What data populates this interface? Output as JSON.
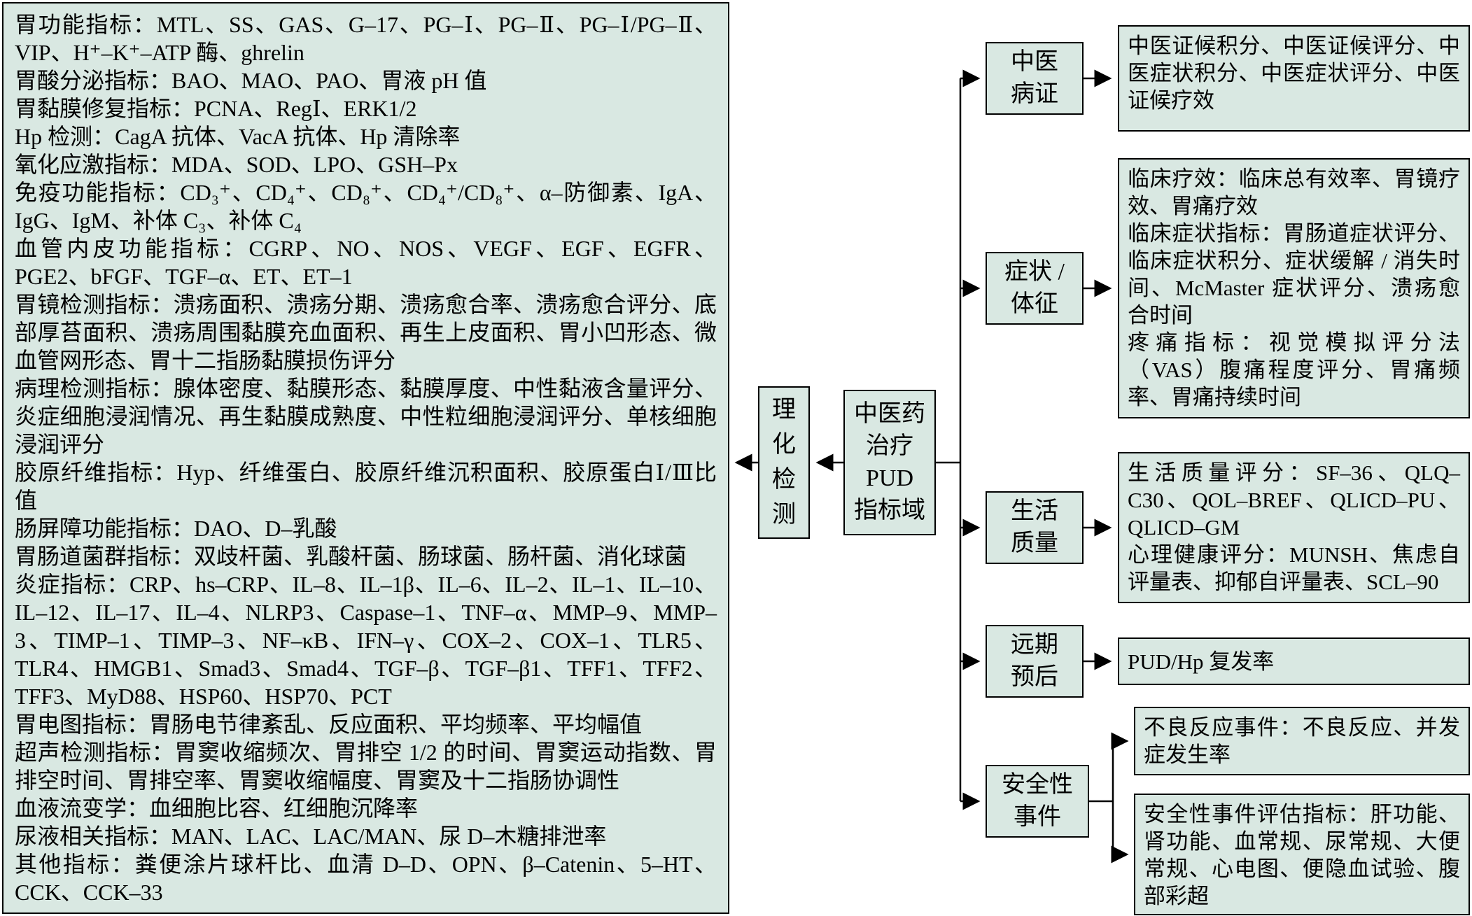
{
  "colors": {
    "box_background": "#d9e8e2",
    "border": "#000000",
    "page_background": "#ffffff",
    "text": "#000000"
  },
  "left_panel": {
    "entries": [
      "胃功能指标：MTL、SS、GAS、G–17、PG–Ⅰ、PG–Ⅱ、PG–Ⅰ/PG–Ⅱ、VIP、H⁺–K⁺–ATP 酶、ghrelin",
      "胃酸分泌指标：BAO、MAO、PAO、胃液 pH 值",
      "胃黏膜修复指标：PCNA、RegⅠ、ERK1/2",
      "Hp 检测：CagA 抗体、VacA 抗体、Hp 清除率",
      "氧化应激指标：MDA、SOD、LPO、GSH–Px",
      "免疫功能指标：CD₃⁺、CD₄⁺、CD₈⁺、CD₄⁺/CD₈⁺、α–防御素、IgA、IgG、IgM、补体 C₃、补体 C₄",
      "血管内皮功能指标：CGRP、NO、NOS、VEGF、EGF、EGFR、PGE2、bFGF、TGF–α、ET、ET–1",
      "胃镜检测指标：溃疡面积、溃疡分期、溃疡愈合率、溃疡愈合评分、底部厚苔面积、溃疡周围黏膜充血面积、再生上皮面积、胃小凹形态、微血管网形态、胃十二指肠黏膜损伤评分",
      "病理检测指标：腺体密度、黏膜形态、黏膜厚度、中性黏液含量评分、炎症细胞浸润情况、再生黏膜成熟度、中性粒细胞浸润评分、单核细胞浸润评分",
      "胶原纤维指标：Hyp、纤维蛋白、胶原纤维沉积面积、胶原蛋白Ⅰ/Ⅲ比值",
      "肠屏障功能指标：DAO、D–乳酸",
      "胃肠道菌群指标：双歧杆菌、乳酸杆菌、肠球菌、肠杆菌、消化球菌",
      "炎症指标：CRP、hs–CRP、IL–8、IL–1β、IL–6、IL–2、IL–1、IL–10、IL–12、IL–17、IL–4、NLRP3、Caspase–1、TNF–α、MMP–9、MMP–3、TIMP–1、TIMP–3、NF–κB、IFN–γ、COX–2、COX–1、TLR5、TLR4、HMGB1、Smad3、Smad4、TGF–β、TGF–β1、TFF1、TFF2、TFF3、MyD88、HSP60、HSP70、PCT",
      "胃电图指标：胃肠电节律紊乱、反应面积、平均频率、平均幅值",
      "超声检测指标：胃窦收缩频次、胃排空 1/2 的时间、胃窦运动指数、胃排空时间、胃排空率、胃窦收缩幅度、胃窦及十二指肠协调性",
      "血液流变学：血细胞比容、红细胞沉降率",
      "尿液相关指标：MAN、LAC、LAC/MAN、尿 D–木糖排泄率",
      "其他指标：粪便涂片球杆比、血清 D–D、OPN、β–Catenin、5–HT、CCK、CCK–33"
    ]
  },
  "physico_node": {
    "label": "理\n化\n检\n测"
  },
  "center_node": {
    "label": "中医药\n治疗\nPUD\n指标域"
  },
  "branches": [
    {
      "label": "中医\n病证",
      "details": [
        "中医证候积分、中医证候评分、中医症状积分、中医症状评分、中医证候疗效"
      ]
    },
    {
      "label": "症状 /\n体征",
      "details": [
        "临床疗效：临床总有效率、胃镜疗效、胃痛疗效",
        "临床症状指标：胃肠道症状评分、临床症状积分、症状缓解 / 消失时间、McMaster 症状评分、溃疡愈合时间",
        "疼痛指标：视觉模拟评分法（VAS）腹痛程度评分、胃痛频率、胃痛持续时间"
      ]
    },
    {
      "label": "生活\n质量",
      "details": [
        "生活质量评分：SF–36、QLQ–C30、QOL–BREF、QLICD–PU、QLICD–GM",
        "心理健康评分：MUNSH、焦虑自评量表、抑郁自评量表、SCL–90"
      ]
    },
    {
      "label": "远期\n预后",
      "details": [
        "PUD/Hp 复发率"
      ]
    },
    {
      "label": "安全性\n事件",
      "details": [
        "不良反应事件：不良反应、并发症发生率",
        "安全性事件评估指标：肝功能、肾功能、血常规、尿常规、大便常规、心电图、便隐血试验、腹部彩超"
      ]
    }
  ]
}
